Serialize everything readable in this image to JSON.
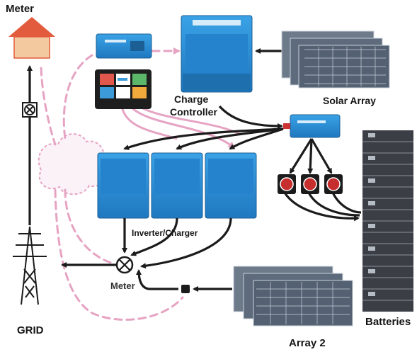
{
  "labels": {
    "meter_top": "Meter",
    "charge_controller_line1": "Charge",
    "charge_controller_line2": "Controller",
    "solar_array": "Solar Array",
    "inverter_charger": "Inverter/Charger",
    "meter_bottom": "Meter",
    "grid": "GRID",
    "array2": "Array 2",
    "batteries": "Batteries"
  },
  "colors": {
    "device_blue": "#2a8fd6",
    "data_link_pink": "#e6a3c3",
    "power_line": "#1b1b1b",
    "house_roof": "#e25b3c",
    "house_wall": "#f3c9a0"
  }
}
